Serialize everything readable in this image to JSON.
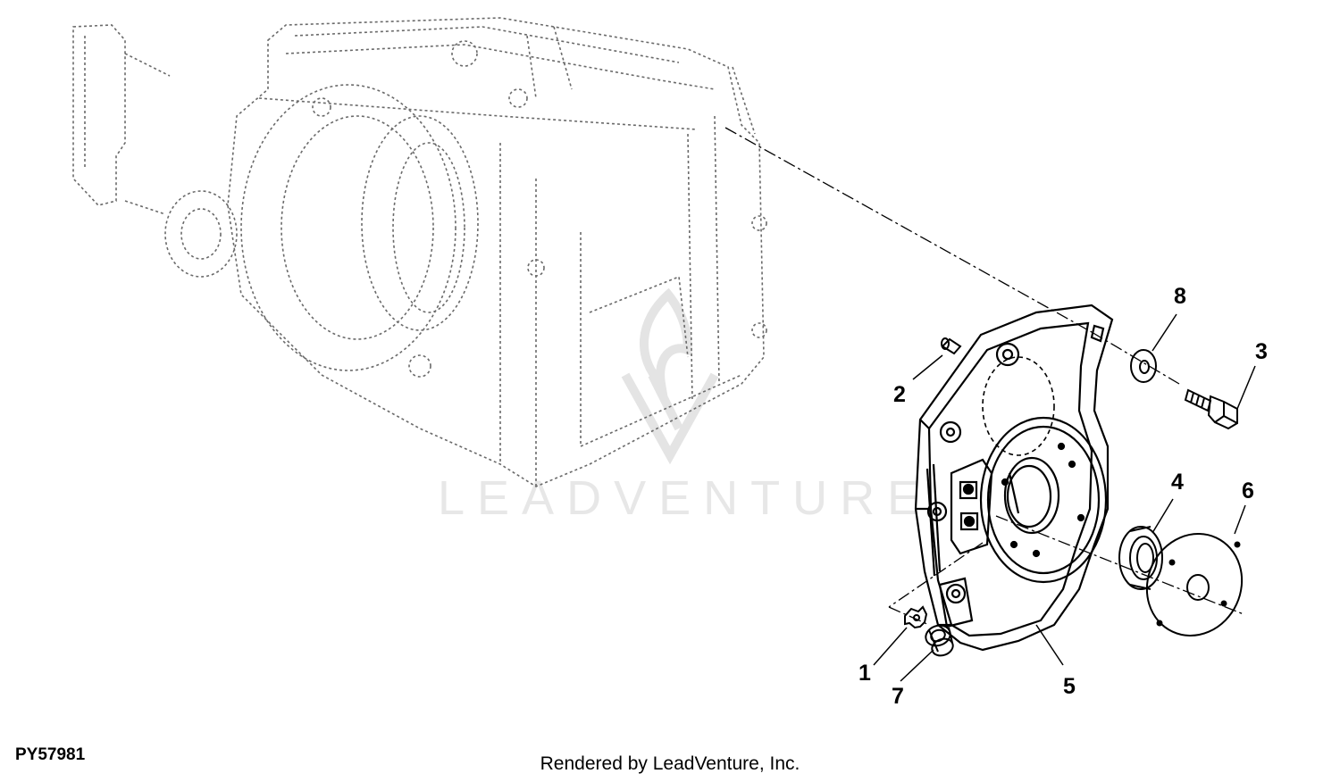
{
  "callouts": {
    "c1": "1",
    "c2": "2",
    "c3": "3",
    "c4": "4",
    "c5": "5",
    "c6": "6",
    "c7": "7",
    "c8": "8"
  },
  "figure_id": "PY57981",
  "watermark": "LEADVENTURE",
  "footer": "Rendered by LeadVenture, Inc.",
  "colors": {
    "line": "#000000",
    "ghost": "#6a6a6a",
    "watermark": "#e7e7e7"
  }
}
